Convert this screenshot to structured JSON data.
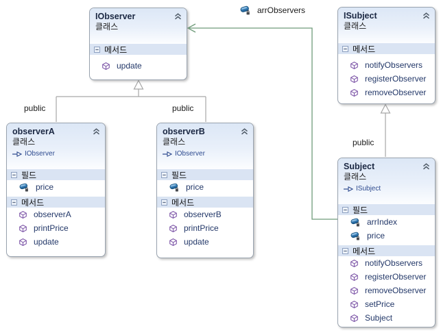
{
  "diagram": {
    "background": "#ffffff",
    "colors": {
      "association_line": "#6e9b79",
      "inheritance_line": "#a6a6a6",
      "box_border": "#98a2ae",
      "header_fill_top": "#dce7f6",
      "section_band": "#dae4f3",
      "title_text": "#1a2742",
      "member_text": "#223768",
      "field_icon": "#2a77b8",
      "method_icon": "#7e57a8"
    }
  },
  "connectors": {
    "association_label": "arrObservers",
    "public_labels": [
      "public",
      "public",
      "public"
    ]
  },
  "classes": {
    "iobserver": {
      "title": "IObserver",
      "stereotype": "클래스",
      "sections": [
        {
          "label": "메서드",
          "members": [
            {
              "name": "update"
            }
          ]
        }
      ]
    },
    "isubject": {
      "title": "ISubject",
      "stereotype": "클래스",
      "sections": [
        {
          "label": "메서드",
          "members": [
            {
              "name": "notifyObservers"
            },
            {
              "name": "registerObserver"
            },
            {
              "name": "removeObserver"
            }
          ]
        }
      ]
    },
    "observerA": {
      "title": "observerA",
      "stereotype": "클래스",
      "implements": "IObserver",
      "sections": [
        {
          "label": "필드",
          "members": [
            {
              "name": "price"
            }
          ]
        },
        {
          "label": "메서드",
          "members": [
            {
              "name": "observerA"
            },
            {
              "name": "printPrice"
            },
            {
              "name": "update"
            }
          ]
        }
      ]
    },
    "observerB": {
      "title": "observerB",
      "stereotype": "클래스",
      "implements": "IObserver",
      "sections": [
        {
          "label": "필드",
          "members": [
            {
              "name": "price"
            }
          ]
        },
        {
          "label": "메서드",
          "members": [
            {
              "name": "observerB"
            },
            {
              "name": "printPrice"
            },
            {
              "name": "update"
            }
          ]
        }
      ]
    },
    "subject": {
      "title": "Subject",
      "stereotype": "클래스",
      "implements": "ISubject",
      "sections": [
        {
          "label": "필드",
          "members": [
            {
              "name": "arrIndex"
            },
            {
              "name": "price"
            }
          ]
        },
        {
          "label": "메서드",
          "members": [
            {
              "name": "notifyObservers"
            },
            {
              "name": "registerObserver"
            },
            {
              "name": "removeObserver"
            },
            {
              "name": "setPrice"
            },
            {
              "name": "Subject"
            }
          ]
        }
      ]
    }
  }
}
